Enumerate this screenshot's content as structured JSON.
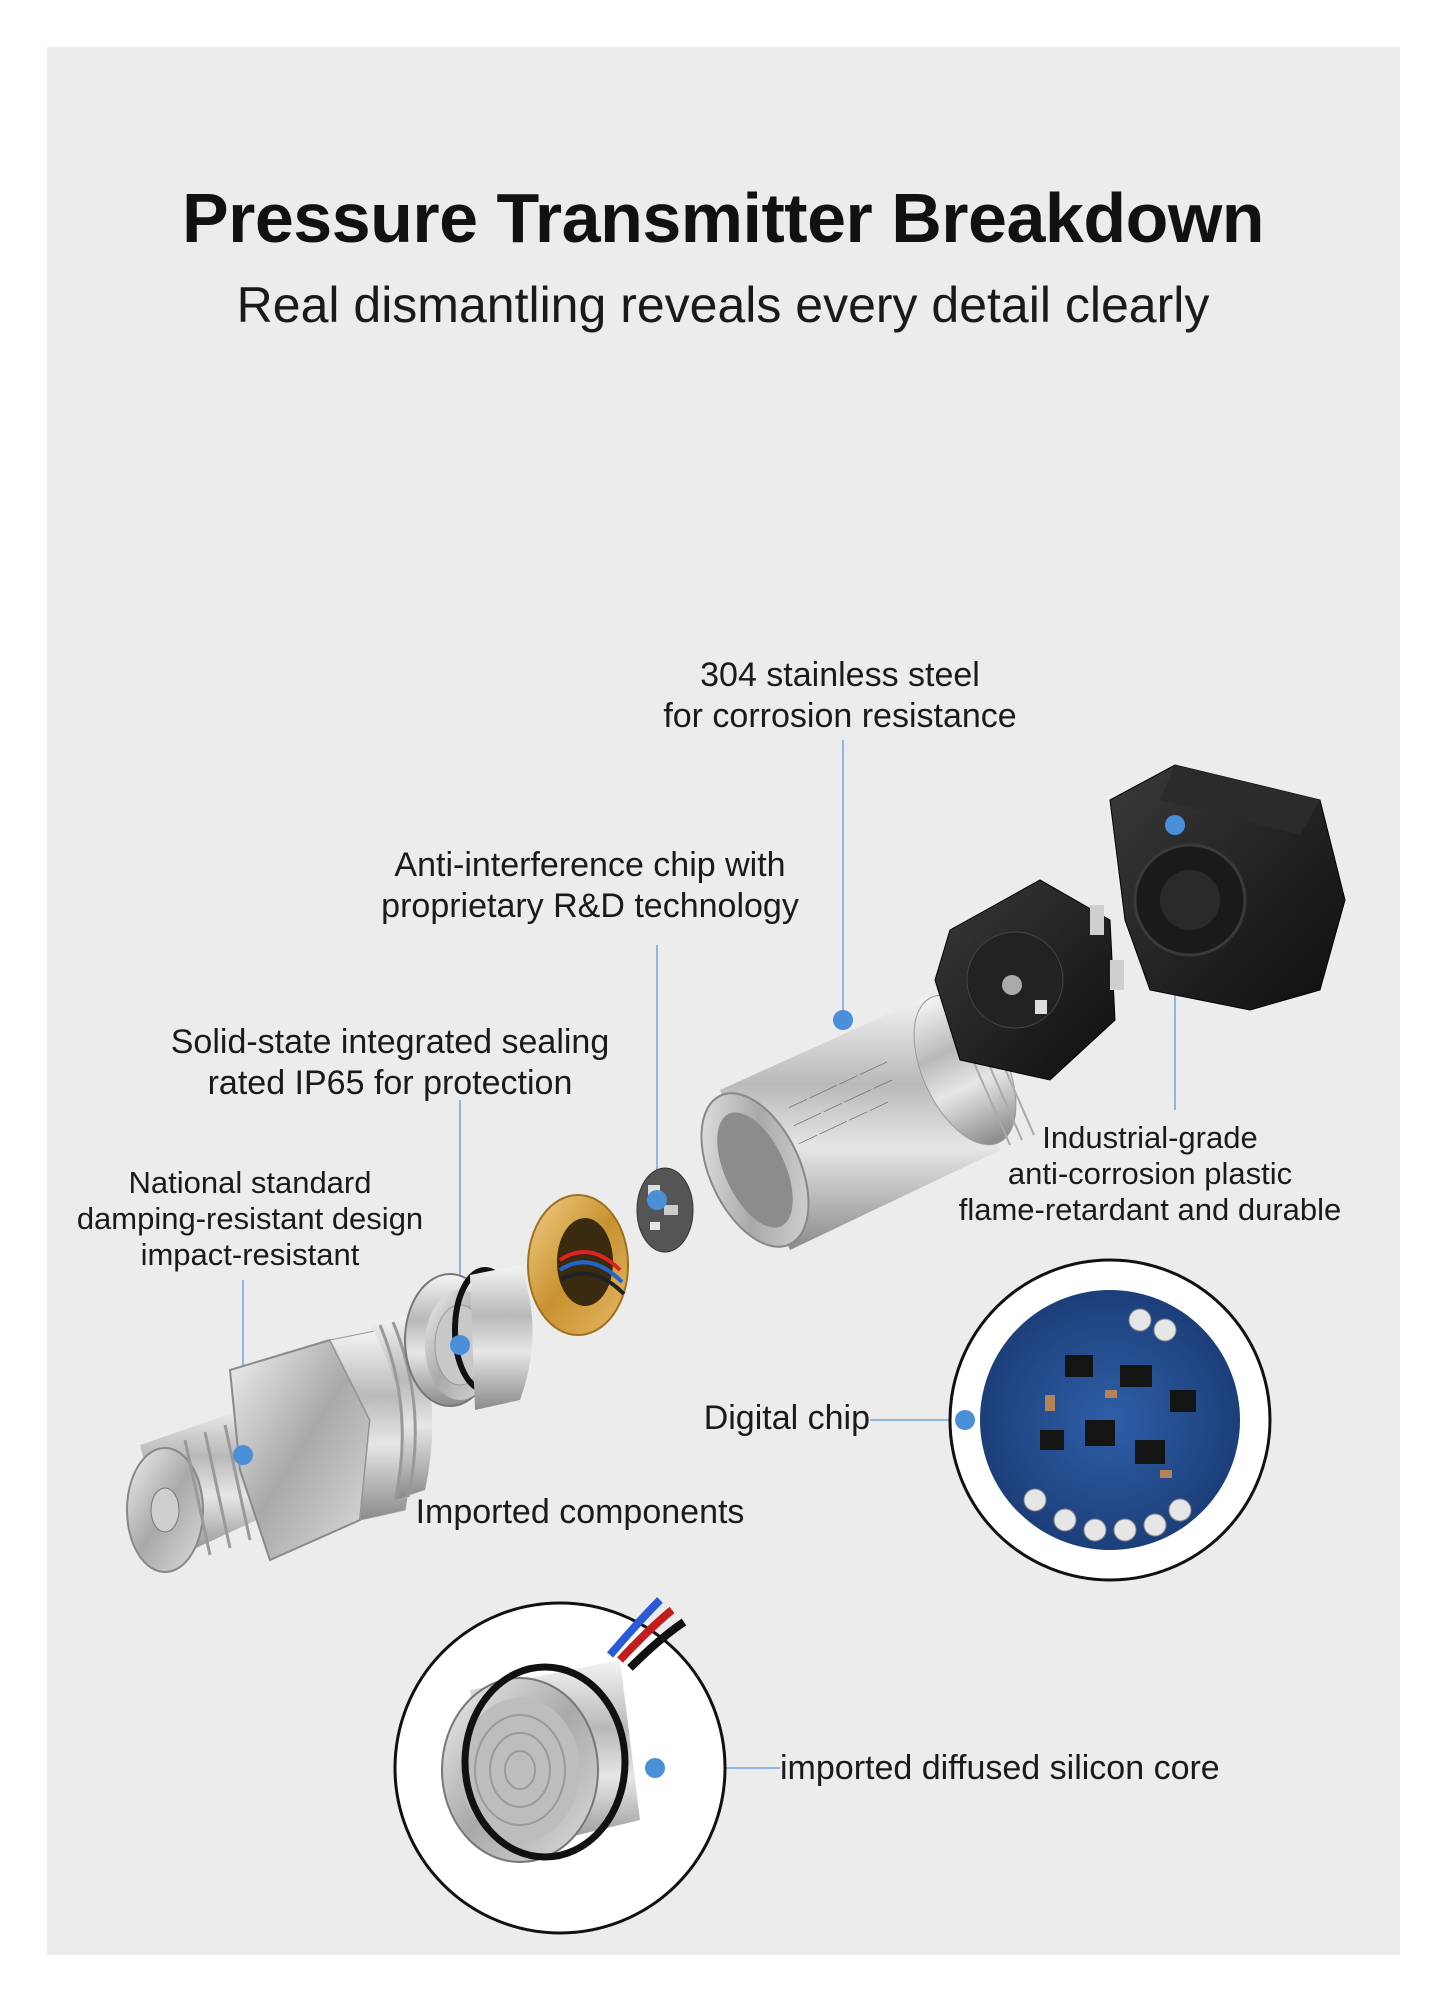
{
  "header": {
    "title": "Pressure Transmitter Breakdown",
    "subtitle": "Real dismantling reveals every detail clearly"
  },
  "callouts": {
    "housing": [
      "304 stainless steel",
      "for corrosion resistance"
    ],
    "chip": [
      "Anti-interference chip with",
      "proprietary R&D technology"
    ],
    "sealing": [
      "Solid-state integrated sealing",
      "rated IP65 for protection"
    ],
    "damping": [
      "National standard",
      "damping-resistant design",
      "impact-resistant"
    ],
    "plastic": [
      "Industrial-grade",
      "anti-corrosion plastic",
      "flame-retardant and durable"
    ],
    "digital_chip": "Digital chip",
    "imported": "Imported components",
    "core": "imported diffused silicon core"
  },
  "colors": {
    "accent": "#4a90d9",
    "line": "#8fb6e0",
    "panel": "#ececec"
  }
}
